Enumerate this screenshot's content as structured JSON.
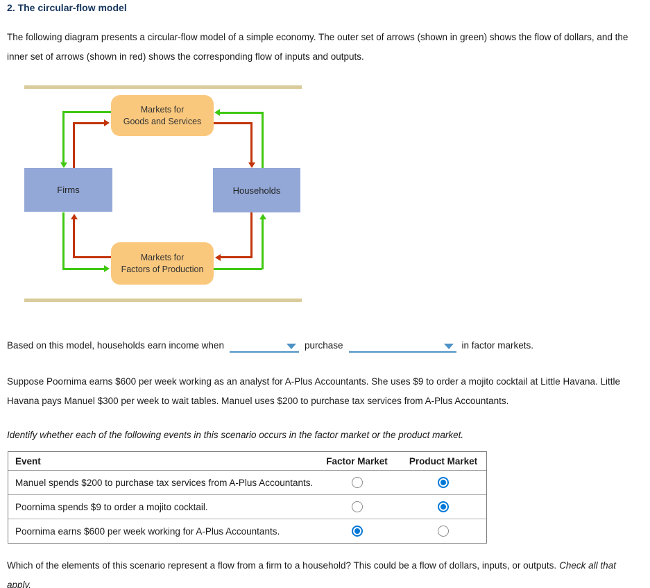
{
  "header": {
    "title": "2. The circular-flow model"
  },
  "intro": {
    "line1": "The following diagram presents a circular-flow model of a simple economy. The outer set of arrows (shown in green) shows the flow of dollars, and the",
    "line2": "inner set of arrows (shown in red) shows the corresponding flow of inputs and outputs."
  },
  "diagram": {
    "goods_market": {
      "line1": "Markets for",
      "line2": "Goods and Services"
    },
    "factor_market": {
      "line1": "Markets for",
      "line2": "Factors of Production"
    },
    "firms_label": "Firms",
    "households_label": "Households",
    "colors": {
      "dollar_flow_green": "#3fc810",
      "inputs_outputs_red": "#c23408",
      "market_box_orange": "#fac87d",
      "agent_box_blue": "#93a8d7",
      "divider_tan": "#d9cb9b"
    }
  },
  "fill_in": {
    "prefix": "Based on this model, households earn income when",
    "middle": "purchase",
    "suffix": "in factor markets.",
    "dropdown1_value": "",
    "dropdown2_value": ""
  },
  "scenario": {
    "line1": "Suppose Poornima earns $600 per week working as an analyst for A-Plus Accountants. She uses $9 to order a mojito cocktail at Little Havana. Little",
    "line2": "Havana pays Manuel $300 per week to wait tables. Manuel uses $200 to purchase tax services from A-Plus Accountants."
  },
  "identify": {
    "instruction": "Identify whether each of the following events in this scenario occurs in the factor market or the product market.",
    "table": {
      "headers": {
        "event": "Event",
        "factor": "Factor Market",
        "product": "Product Market"
      },
      "rows": [
        {
          "event": "Manuel spends $200 to purchase tax services from A-Plus Accountants.",
          "factor_selected": false,
          "product_selected": true
        },
        {
          "event": "Poornima spends $9 to order a mojito cocktail.",
          "factor_selected": false,
          "product_selected": true
        },
        {
          "event": "Poornima earns $600 per week working for A-Plus Accountants.",
          "factor_selected": true,
          "product_selected": false
        }
      ]
    }
  },
  "check_all": {
    "line1": "Which of the elements of this scenario represent a flow from a firm to a household? This could be a flow of dollars, inputs, or outputs.",
    "line1_italic": "Check all that",
    "line2_italic": "apply."
  }
}
